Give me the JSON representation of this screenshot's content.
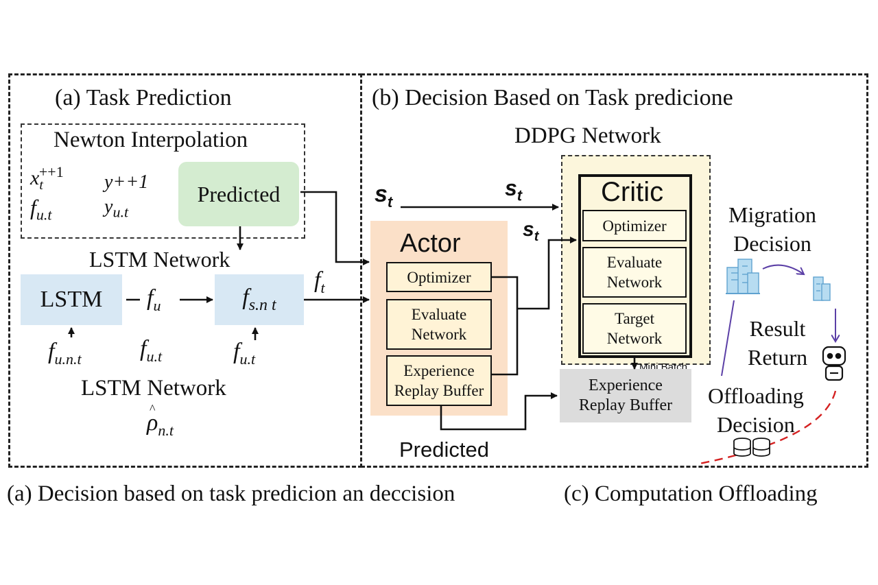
{
  "panels": {
    "a_title": "(a) Task Prediction",
    "b_title": "(b) Decision Based on Task predicione",
    "caption_left": "(a) Decision based on task predicion an deccision",
    "caption_right": "(c) Computation Offloading"
  },
  "newton": {
    "title": "Newton Interpolation",
    "x_var": "x",
    "x_sub": "t",
    "x_sup": "++1",
    "y_expr": "y++1",
    "f_expr": "f",
    "f_sub": "u.t",
    "y_var": "y",
    "y_sub": "u.t",
    "predicted_label": "Predicted"
  },
  "lstm": {
    "network_label_top": "LSTM Network",
    "box_label": "LSTM",
    "f_u": "f",
    "f_u_sub": "u",
    "fsnt_label": "f",
    "fsnt_sub": "s.n t",
    "input1": "f",
    "input1_sub": "u.n.t",
    "input2": "f",
    "input2_sub": "u.t",
    "input3": "f",
    "input3_sub": "u.t",
    "network_label_bottom": "LSTM Network",
    "rho": "ρ",
    "rho_sub": "n.t",
    "ft_label": "f",
    "ft_sub": "t"
  },
  "ddpg": {
    "title": "DDPG Network",
    "st_left": "s",
    "st_left_sub": "t",
    "st_top": "s",
    "st_top_sub": "t",
    "st_mid": "s",
    "st_mid_sub": "t",
    "actor": {
      "title": "Actor",
      "optimizer": "Optimizer",
      "evaluate": [
        "Evaluate",
        "Network"
      ],
      "buffer": [
        "Experience",
        "Replay Buffer"
      ]
    },
    "critic": {
      "title": "Critic",
      "optimizer": "Optimizer",
      "evaluate": [
        "Evaluate",
        "Network"
      ],
      "target": [
        "Target",
        "Network"
      ]
    },
    "mini_batch": "Mini Batch",
    "replay_buffer": [
      "Experience",
      "Replay Buffer"
    ],
    "predicted_bottom": "Predicted"
  },
  "offloading": {
    "migration": [
      "Migration",
      "Decision"
    ],
    "result": [
      "Result",
      "Return"
    ],
    "offloading": [
      "Offloading",
      "Decision"
    ]
  },
  "icons": [
    "city-buildings-icon",
    "building-icon",
    "robot-icon",
    "database-icon"
  ],
  "colors": {
    "predicted_green": "#d4ecd0",
    "lstm_blue": "#d8e8f4",
    "actor_peach": "#fbe0c8",
    "critic_cream": "#fcf6dc",
    "buffer_gray": "#dcdcdc",
    "icon_blue": "#9ccbe8",
    "migration_arrow": "#5b3fa6",
    "offload_dash": "#d42020"
  }
}
